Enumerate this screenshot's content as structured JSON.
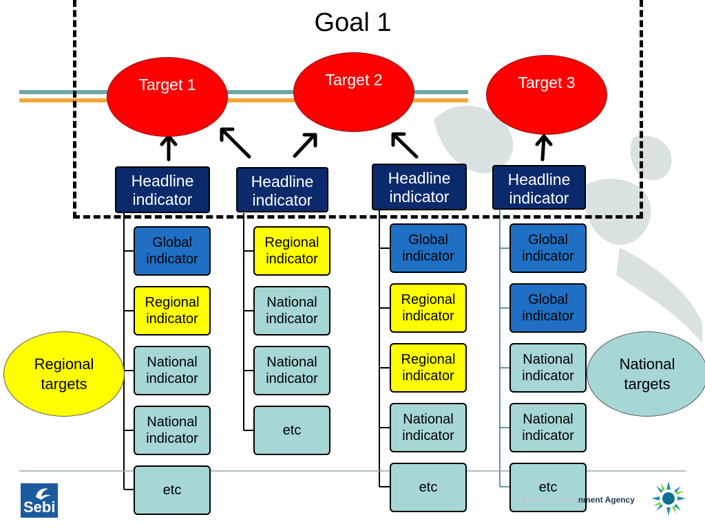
{
  "goal": {
    "title": "Goal 1"
  },
  "targets": [
    {
      "label": "Target 1"
    },
    {
      "label": "Target 2"
    },
    {
      "label": "Target 3"
    }
  ],
  "columns": [
    {
      "headline": [
        "Headline",
        "indicator"
      ],
      "indicators": [
        {
          "type": "global",
          "lines": [
            "Global",
            "indicator"
          ]
        },
        {
          "type": "regional",
          "lines": [
            "Regional",
            "indicator"
          ]
        },
        {
          "type": "national",
          "lines": [
            "National",
            "indicator"
          ]
        },
        {
          "type": "national",
          "lines": [
            "National",
            "indicator"
          ]
        },
        {
          "type": "etc",
          "lines": [
            "etc"
          ]
        }
      ]
    },
    {
      "headline": [
        "Headline",
        "indicator"
      ],
      "indicators": [
        {
          "type": "regional",
          "lines": [
            "Regional",
            "indicator"
          ]
        },
        {
          "type": "national",
          "lines": [
            "National",
            "indicator"
          ]
        },
        {
          "type": "national",
          "lines": [
            "National",
            "indicator"
          ]
        },
        {
          "type": "etc",
          "lines": [
            "etc"
          ]
        }
      ]
    },
    {
      "headline": [
        "Headline",
        "indicator"
      ],
      "indicators": [
        {
          "type": "global",
          "lines": [
            "Global",
            "indicator"
          ]
        },
        {
          "type": "regional",
          "lines": [
            "Regional",
            "indicator"
          ]
        },
        {
          "type": "regional",
          "lines": [
            "Regional",
            "indicator"
          ]
        },
        {
          "type": "national",
          "lines": [
            "National",
            "indicator"
          ]
        },
        {
          "type": "etc",
          "lines": [
            "etc"
          ]
        }
      ]
    },
    {
      "headline": [
        "Headline",
        "indicator"
      ],
      "indicators": [
        {
          "type": "global",
          "lines": [
            "Global",
            "indicator"
          ]
        },
        {
          "type": "global",
          "lines": [
            "Global",
            "indicator"
          ]
        },
        {
          "type": "national",
          "lines": [
            "National",
            "indicator"
          ]
        },
        {
          "type": "national",
          "lines": [
            "National",
            "indicator"
          ]
        },
        {
          "type": "etc",
          "lines": [
            "etc"
          ]
        }
      ]
    }
  ],
  "callouts": {
    "regional": [
      "Regional",
      "targets"
    ],
    "national": [
      "National",
      "targets"
    ]
  },
  "logos": {
    "sebi": "Sebi",
    "eea_prefix": "European Envir",
    "eea_suffix": "nment Agency",
    "sebi_icon": "sebi-bird-icon",
    "eea_icon": "eea-sun-icon"
  },
  "colors": {
    "target_red": "#ff0000",
    "headline_navy": "#0b2a6b",
    "global_blue": "#1f70c4",
    "regional_yellow": "#ffff00",
    "national_teal": "#a7d6d6"
  }
}
